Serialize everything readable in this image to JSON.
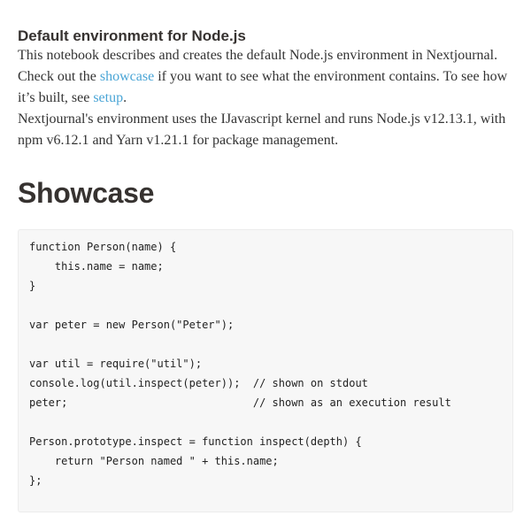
{
  "page": {
    "background_color": "#ffffff",
    "link_color": "#4aa5d6",
    "code_cell_background": "#f7f7f7"
  },
  "article": {
    "title": "Default environment for Node.js",
    "intro": {
      "text_before_showcase_link": "This notebook describes and creates the default Node.js environment in Nextjournal. Check out the ",
      "showcase_link_label": "showcase",
      "text_between_links": " if you want to see what the environment contains. To see how it’s built, see ",
      "setup_link_label": "setup",
      "text_after_setup_link": "."
    },
    "environment_note": "Nextjournal's environment uses the IJavascript kernel and runs Node.js v12.13.1, with npm v6.12.1 and Yarn v1.21.1 for package management.",
    "section_heading": "Showcase",
    "code_cell": {
      "source": "function Person(name) {\n    this.name = name;\n}\n\nvar peter = new Person(\"Peter\");\n\nvar util = require(\"util\");\nconsole.log(util.inspect(peter));  // shown on stdout\npeter;                             // shown as an execution result\n\nPerson.prototype.inspect = function inspect(depth) {\n    return \"Person named \" + this.name;\n};"
    }
  }
}
